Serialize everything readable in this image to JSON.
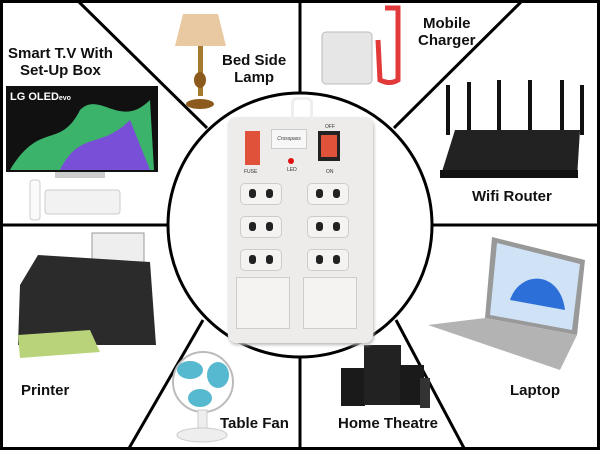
{
  "categories": [
    {
      "id": "tv",
      "label_lines": [
        "Smart T.V With",
        "Set-Up Box"
      ],
      "tv_brand": "LG OLED",
      "tv_suffix": "evo"
    },
    {
      "id": "lamp",
      "label_lines": [
        "Bed Side",
        "Lamp"
      ]
    },
    {
      "id": "charger",
      "label_lines": [
        "Mobile",
        "Charger"
      ]
    },
    {
      "id": "router",
      "label_lines": [
        "Wifi Router"
      ]
    },
    {
      "id": "printer",
      "label_lines": [
        "Printer"
      ]
    },
    {
      "id": "fan",
      "label_lines": [
        "Table Fan"
      ]
    },
    {
      "id": "theatre",
      "label_lines": [
        "Home Theatre"
      ]
    },
    {
      "id": "laptop",
      "label_lines": [
        "Laptop"
      ]
    }
  ],
  "power_strip": {
    "brand": "Crosspass",
    "fuse_label": "FUSE",
    "led_label": "LED",
    "switch_off_label": "OFF",
    "switch_on_label": "ON"
  },
  "colors": {
    "line": "#000000",
    "accent_red": "#e0533a",
    "strip_body": "#eeecea",
    "led": "#e01010"
  }
}
